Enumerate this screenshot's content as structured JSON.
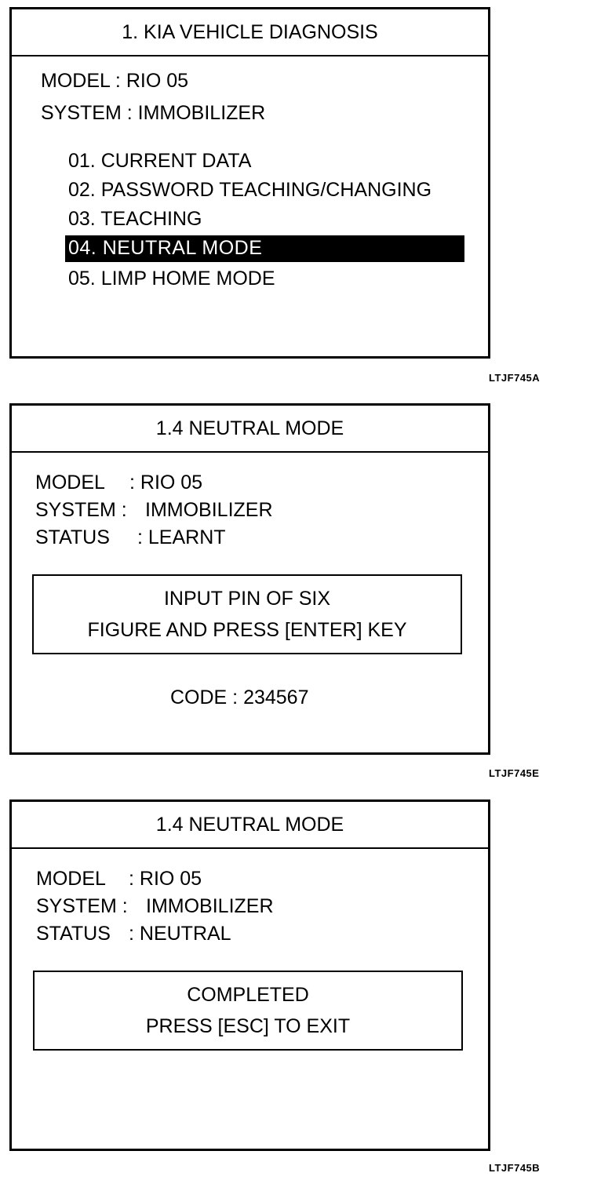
{
  "screens": [
    {
      "header": "1.  KIA VEHICLE DIAGNOSIS",
      "model_line": "MODEL : RIO 05",
      "system_line": "SYSTEM : IMMOBILIZER",
      "menu": [
        {
          "label": "01. CURRENT DATA",
          "selected": false
        },
        {
          "label": "02. PASSWORD TEACHING/CHANGING",
          "selected": false
        },
        {
          "label": "03. TEACHING",
          "selected": false
        },
        {
          "label": "04. NEUTRAL MODE",
          "selected": true
        },
        {
          "label": "05. LIMP HOME MODE",
          "selected": false
        }
      ],
      "caption": "LTJF745A"
    },
    {
      "header": "1.4  NEUTRAL MODE",
      "model_label": "MODEL",
      "model_value": ": RIO 05",
      "system_label": "SYSTEM :",
      "system_value": "IMMOBILIZER",
      "status_label": "STATUS",
      "status_value": ": LEARNT",
      "message": [
        "INPUT PIN OF SIX",
        "FIGURE AND PRESS [ENTER] KEY"
      ],
      "code_line": "CODE : 234567",
      "caption": "LTJF745E"
    },
    {
      "header": "1.4  NEUTRAL MODE",
      "model_label": "MODEL",
      "model_value": ":  RIO 05",
      "system_label": "SYSTEM :",
      "system_value": "IMMOBILIZER",
      "status_label": "STATUS",
      "status_value": ":  NEUTRAL",
      "message": [
        "COMPLETED",
        "PRESS [ESC] TO EXIT"
      ],
      "caption": "LTJF745B"
    }
  ]
}
